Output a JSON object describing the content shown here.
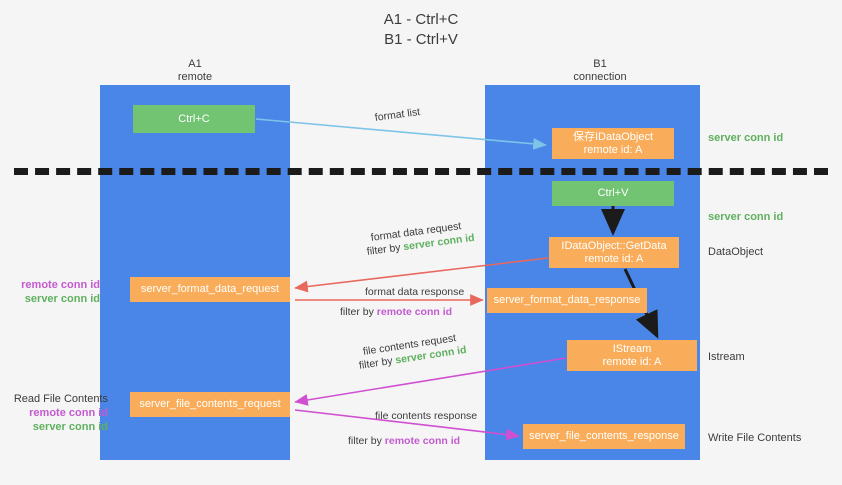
{
  "title": {
    "line1": "A1 - Ctrl+C",
    "line2": "B1 - Ctrl+V"
  },
  "columns": {
    "left": {
      "name": "A1",
      "role": "remote"
    },
    "right": {
      "name": "B1",
      "role": "connection"
    }
  },
  "nodes": {
    "ctrl_c": {
      "label": "Ctrl+C",
      "color": "#72c472"
    },
    "save_dataobject": {
      "line1": "保存IDataObject",
      "line2": "remote id: A",
      "color": "#f9ad5a"
    },
    "ctrl_v": {
      "label": "Ctrl+V",
      "color": "#72c472"
    },
    "getdata": {
      "line1": "IDataObject::GetData",
      "line2": "remote id: A",
      "color": "#f9ad5a"
    },
    "format_data_request": {
      "label": "server_format_data_request",
      "color": "#f9ad5a"
    },
    "format_data_response": {
      "label": "server_format_data_response",
      "color": "#f9ad5a"
    },
    "istream": {
      "line1": "IStream",
      "line2": "remote id: A",
      "color": "#f9ad5a"
    },
    "file_contents_request": {
      "label": "server_file_contents_request",
      "color": "#f9ad5a"
    },
    "file_contents_response": {
      "label": "server_file_contents_response",
      "color": "#f9ad5a"
    }
  },
  "arrow_labels": {
    "format_list": "format list",
    "format_data_request": "format data request",
    "format_data_request_filter_prefix": "filter by ",
    "format_data_request_filter_value": "server conn id",
    "format_data_response": "format data response",
    "format_data_response_filter_prefix": "filter by ",
    "format_data_response_filter_value": "remote conn id",
    "file_contents_request": "file contents request",
    "file_contents_request_filter_prefix": "filter by ",
    "file_contents_request_filter_value": "server conn id",
    "file_contents_response": "file contents response",
    "file_contents_response_filter_prefix": "filter by ",
    "file_contents_response_filter_value": "remote conn id"
  },
  "annotations": {
    "server_conn_id_top": "server conn id",
    "server_conn_id_mid": "server conn id",
    "dataobject": "DataObject",
    "istream": "Istream",
    "write_file_contents": "Write File Contents",
    "read_file_contents": "Read File Contents",
    "remote_conn_id": "remote conn id",
    "server_conn_id": "server conn id"
  },
  "colors": {
    "background": "#f5f5f5",
    "lane": "#4a86e8",
    "green_box": "#72c472",
    "orange_box": "#f9ad5a",
    "server_conn_id_text": "#5fb05f",
    "remote_conn_id_text": "#c45ad0",
    "arrow_format_list": "#7ec4e8",
    "arrow_format_data": "#e8685d",
    "arrow_file_contents": "#d14fd1",
    "arrow_dataobject_chain": "#1b1b1b",
    "divider": "#1b1b1b"
  }
}
